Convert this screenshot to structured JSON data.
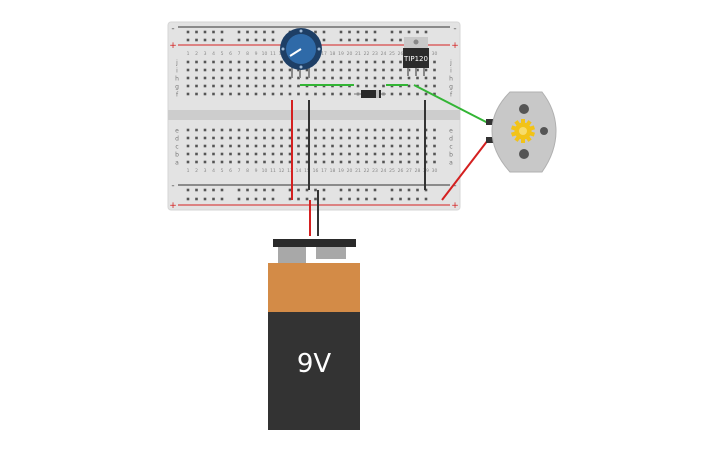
{
  "breadboard": {
    "rail_minus": "-",
    "rail_plus": "+",
    "row_letters_top": [
      "j",
      "i",
      "h",
      "g",
      "f"
    ],
    "row_letters_bottom": [
      "e",
      "d",
      "c",
      "b",
      "a"
    ],
    "column_count": 30
  },
  "transistor": {
    "label": "TIP120",
    "body_color": "#2b2b2b",
    "tab_color": "#c9c9c9"
  },
  "potentiometer": {
    "knob_color": "#2f6aa8",
    "ring_color": "#1e3f66"
  },
  "diode": {
    "body_color": "#2a2a2a",
    "band_color": "#bdbdbd"
  },
  "motor": {
    "body_color": "#c8c8c8",
    "gear_color": "#f2c318"
  },
  "battery": {
    "label": "9V",
    "cap_color": "#d38b47",
    "body_color": "#333333",
    "terminal_color": "#a8a8a8",
    "snap_color": "#2a2a2a"
  },
  "wires": {
    "red": "#d42020",
    "black": "#333333",
    "green": "#33b535"
  }
}
